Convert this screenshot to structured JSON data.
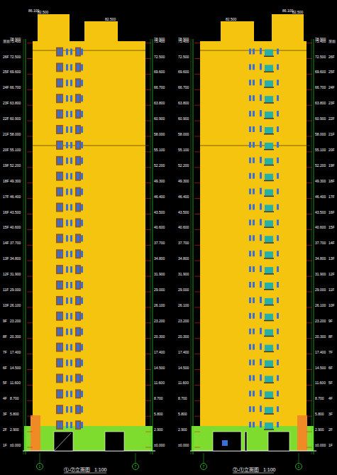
{
  "diagram": {
    "labels": [
      "1F",
      "2F",
      "3F",
      "4F",
      "5F",
      "6F",
      "7F",
      "8F",
      "9F",
      "10F",
      "11F",
      "12F",
      "13F",
      "14F",
      "15F",
      "16F",
      "17F",
      "18F",
      "19F",
      "20F",
      "21F",
      "22F",
      "23F",
      "24F",
      "25F",
      "26F",
      "屋面",
      "±0.000",
      "2.900",
      "5.800",
      "8.700",
      "11.600",
      "14.500",
      "17.400",
      "20.300",
      "23.200",
      "26.100",
      "29.000",
      "31.900",
      "34.800",
      "37.700",
      "40.600",
      "43.500",
      "46.400",
      "49.300",
      "52.200",
      "55.100",
      "58.000",
      "60.900",
      "63.800",
      "66.700",
      "69.600",
      "72.500",
      "75.400",
      "±0.000",
      "2.900",
      "5.800",
      "8.700",
      "11.600",
      "14.500",
      "17.400",
      "20.300",
      "23.200",
      "26.100",
      "29.000",
      "31.900",
      "34.800",
      "37.700",
      "40.600",
      "43.500",
      "46.400",
      "49.300",
      "52.200",
      "55.100",
      "58.000",
      "60.900",
      "63.800",
      "66.700",
      "69.600",
      "72.500",
      "75.400",
      "±0.000",
      "2.900",
      "5.800",
      "8.700",
      "11.600",
      "14.500",
      "17.400",
      "20.300",
      "23.200",
      "26.100",
      "29.000",
      "31.900",
      "34.800",
      "37.700",
      "40.600",
      "43.500",
      "46.400",
      "49.300",
      "52.200",
      "55.100",
      "58.000",
      "60.900",
      "63.800",
      "66.700",
      "69.600",
      "72.500",
      "75.400",
      "±0.000",
      "2.900",
      "5.800",
      "8.700",
      "11.600",
      "14.500",
      "17.400",
      "20.300",
      "23.200",
      "26.100",
      "29.000",
      "31.900",
      "34.800",
      "37.700",
      "40.600",
      "43.500",
      "46.400",
      "49.300",
      "52.200",
      "55.100",
      "58.000",
      "60.900",
      "63.800",
      "66.700",
      "69.600",
      "72.500",
      "75.400",
      "1F",
      "2F",
      "3F",
      "4F",
      "5F",
      "6F",
      "7F",
      "8F",
      "9F",
      "10F",
      "11F",
      "12F",
      "13F",
      "14F",
      "15F",
      "16F",
      "17F",
      "18F",
      "19F",
      "20F",
      "21F",
      "22F",
      "23F",
      "24F",
      "25F",
      "26F",
      "屋面",
      "86.100",
      "82.500",
      "82.500",
      "78.900",
      "78.900",
      "86.100",
      "82.500",
      "82.500",
      "78.900",
      "78.900",
      "1",
      "7",
      "7",
      "1",
      "①-⑦立面图",
      "1:100",
      "⑦-①立面图",
      "1:100"
    ]
  }
}
